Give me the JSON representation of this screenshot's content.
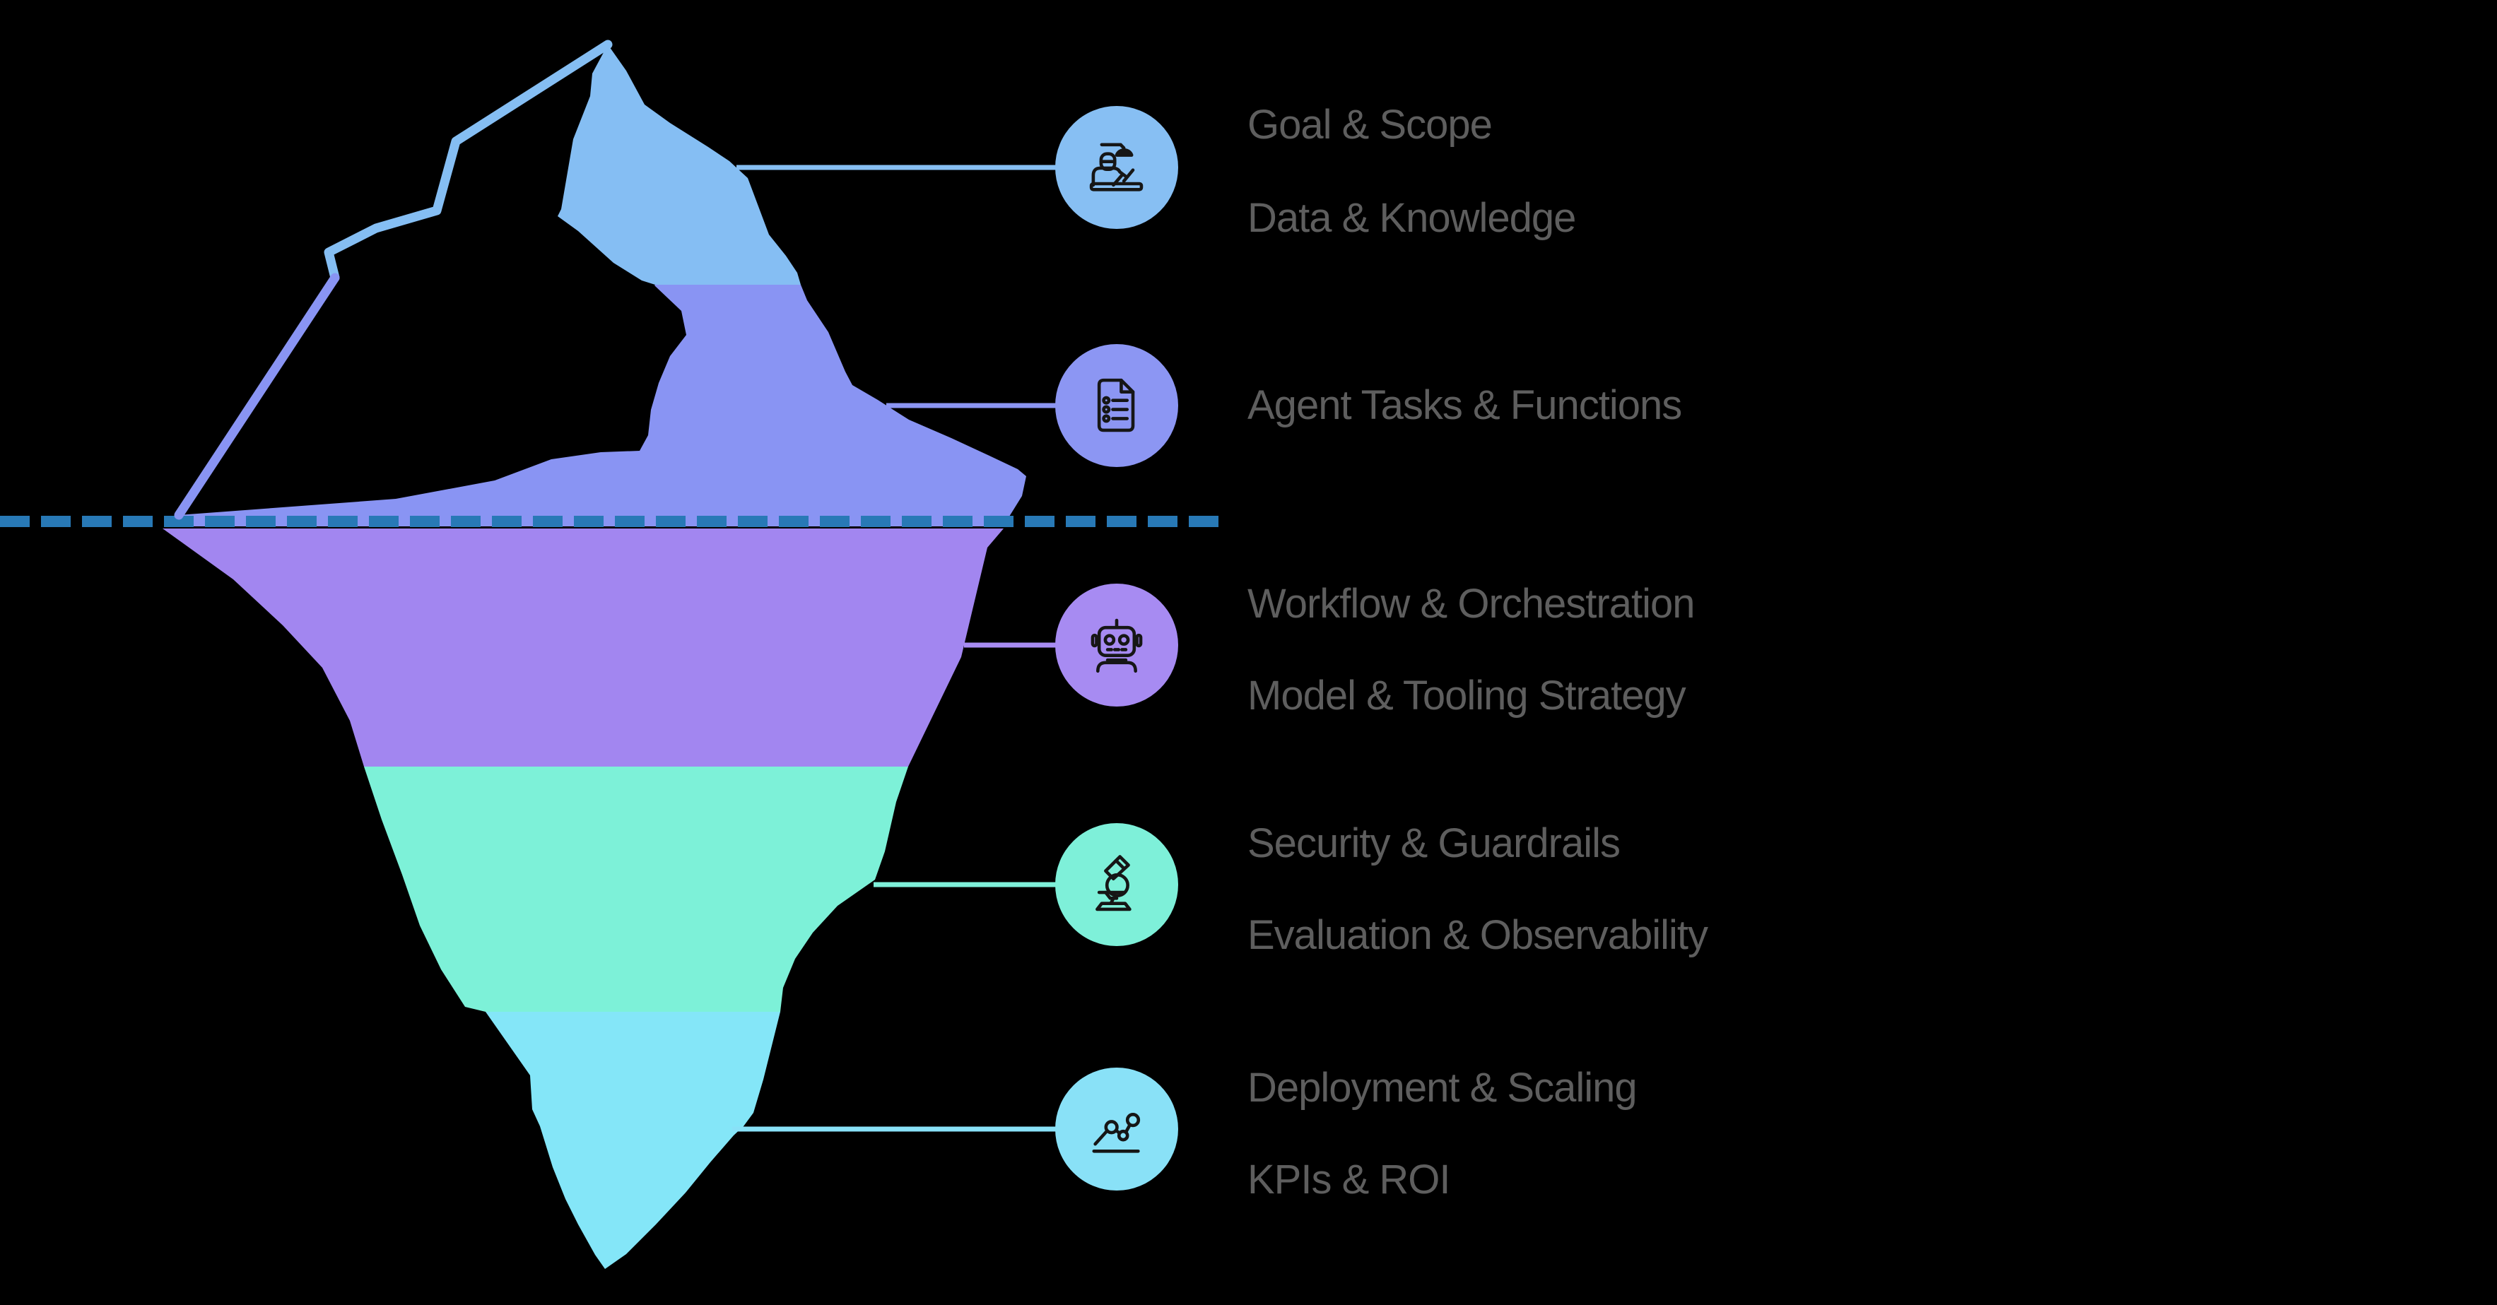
{
  "diagram": {
    "type": "iceberg-infographic",
    "background": "#000000"
  },
  "colors": {
    "background": "#000000",
    "text": "#5e5e5e",
    "icon_stroke": "#161616",
    "waterline_dash": "#2879B6",
    "band_surface": "#85BEF3",
    "band_tasks": "#8994F3",
    "band_workflow": "#A286F0",
    "band_security": "#7DF1D8",
    "band_deployment": "#84E6F8",
    "outline_top": "#85BEF3",
    "outline_bottom": "#8994F3"
  },
  "waterline": {
    "color": "#2879B6",
    "style": "dashed"
  },
  "layers": [
    {
      "name": "surface",
      "icon": "analyst-at-desk-icon",
      "circle_color": "#87BFF3",
      "band_color": "#85BEF3",
      "labels": [
        "Goal & Scope",
        "Data & Knowledge"
      ]
    },
    {
      "name": "agent-tasks",
      "icon": "document-checklist-icon",
      "circle_color": "#8C96F3",
      "band_color": "#8994F3",
      "labels": [
        "Agent Tasks & Functions"
      ]
    },
    {
      "name": "workflow",
      "icon": "robot-icon",
      "circle_color": "#A78BF2",
      "band_color": "#A286F0",
      "labels": [
        "Workflow & Orchestration",
        "Model & Tooling Strategy"
      ]
    },
    {
      "name": "security",
      "icon": "microscope-icon",
      "circle_color": "#7EF0D9",
      "band_color": "#7DF1D8",
      "labels": [
        "Security & Guardrails",
        "Evaluation & Observability"
      ]
    },
    {
      "name": "deployment",
      "icon": "trend-chart-icon",
      "circle_color": "#89E1F7",
      "band_color": "#84E6F8",
      "labels": [
        "Deployment & Scaling",
        "KPIs & ROI"
      ]
    }
  ]
}
